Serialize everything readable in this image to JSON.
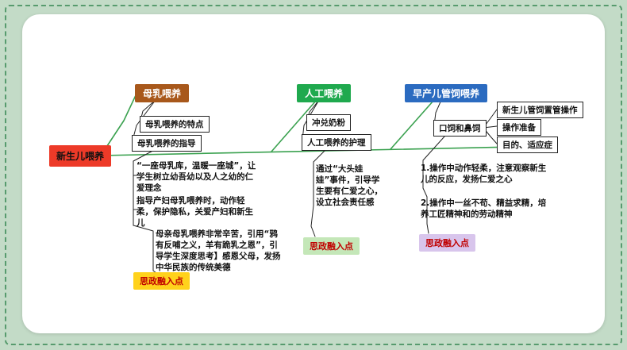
{
  "root": {
    "label": "新生儿喂养"
  },
  "branch1": {
    "label": "母乳喂养",
    "child1": "母乳喂养的特点",
    "child2": "母乳喂养的指导",
    "note1": "“一座母乳库，温暖一座城”，让学生树立幼吾幼以及人之幼的仁爱理念",
    "note2": "指导产妇母乳喂养时，动作轻柔，保护隐私，关爱产妇和新生儿",
    "note3": "母亲母乳喂养非常辛苦，引用“鸦有反哺之义，羊有跪乳之恩”，引导学生深度思考】感恩父母，发扬中华民族的传统美德",
    "tag": "思政融入点"
  },
  "branch2": {
    "label": "人工喂养",
    "child1": "冲兑奶粉",
    "child2": "人工喂养的护理",
    "note1": "通过“大头娃娃”事件，引导学生要有仁爱之心，设立社会责任感",
    "tag": "思政融入点"
  },
  "branch3": {
    "label": "早产儿管饲喂养",
    "child1": "口饲和鼻饲",
    "grandchild1": "新生儿管饲置管操作",
    "grandchild2": "操作准备",
    "grandchild3": "目的、适应症",
    "note1": "1.操作中动作轻柔，注意观察新生儿的反应，发扬仁爱之心",
    "note2": "2.操作中一丝不苟、精益求精，培养工匠精神和的劳动精神",
    "tag": "思政融入点"
  },
  "colors": {
    "background": "#c3dbc7",
    "frame_dash": "#579b6e",
    "root": "#ed3a28",
    "branch1_header": "#a8581b",
    "branch2_header": "#1fa94e",
    "branch3_header": "#2b6bc0",
    "branch_line": "#3aa14f",
    "tag1_bg": "#ffd21c",
    "tag2_bg": "#c4e7b8",
    "tag3_bg": "#d8c5ec",
    "tag_text": "#c00000"
  }
}
